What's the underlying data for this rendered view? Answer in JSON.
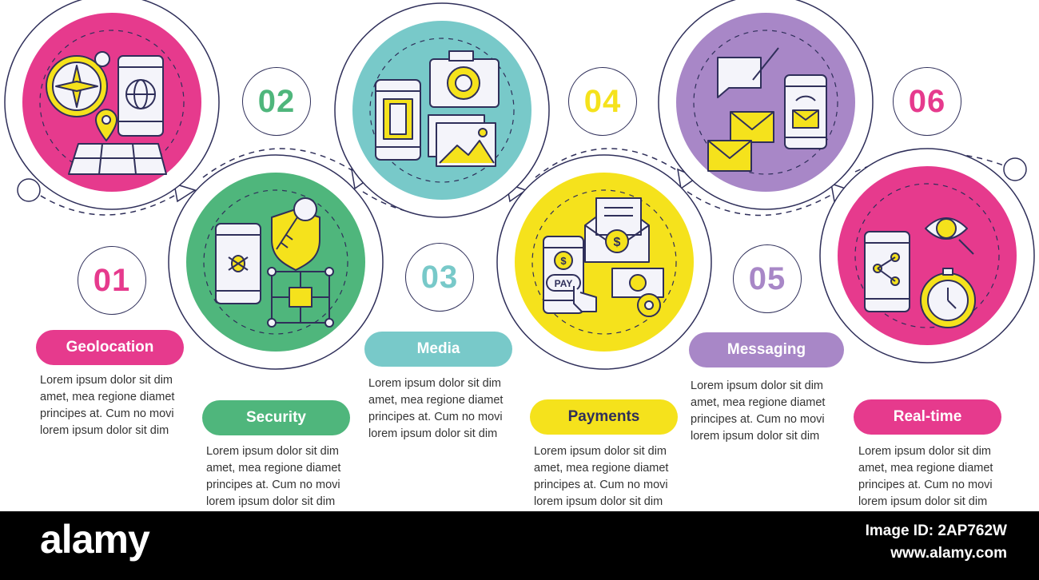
{
  "colors": {
    "magenta": "#e63a8d",
    "green": "#4fb67c",
    "teal": "#78c9c9",
    "yellow": "#f5e21c",
    "purple": "#a887c7",
    "outline": "#2f2f5a",
    "icon_fill": "#f4f4fa",
    "icon_accent": "#f5e21c"
  },
  "steps": [
    {
      "number": "01",
      "label": "Geolocation",
      "color": "#e63a8d",
      "icon": "geolocation-icon",
      "text": [
        "Lorem ipsum dolor sit dim",
        "amet, mea regione diamet",
        "principes at. Cum no movi",
        "lorem ipsum dolor sit dim"
      ]
    },
    {
      "number": "02",
      "label": "Security",
      "color": "#4fb67c",
      "icon": "security-icon",
      "text": [
        "Lorem ipsum dolor sit dim",
        "amet, mea regione diamet",
        "principes at. Cum no movi",
        "lorem ipsum dolor sit dim"
      ]
    },
    {
      "number": "03",
      "label": "Media",
      "color": "#78c9c9",
      "icon": "media-icon",
      "text": [
        "Lorem ipsum dolor sit dim",
        "amet, mea regione diamet",
        "principes at. Cum no movi",
        "lorem ipsum dolor sit dim"
      ]
    },
    {
      "number": "04",
      "label": "Payments",
      "color": "#f5e21c",
      "icon": "payments-icon",
      "text": [
        "Lorem ipsum dolor sit dim",
        "amet, mea regione diamet",
        "principes at. Cum no movi",
        "lorem ipsum dolor sit dim"
      ]
    },
    {
      "number": "05",
      "label": "Messaging",
      "color": "#a887c7",
      "icon": "messaging-icon",
      "text": [
        "Lorem ipsum dolor sit dim",
        "amet, mea regione diamet",
        "principes at. Cum no movi",
        "lorem ipsum dolor sit dim"
      ]
    },
    {
      "number": "06",
      "label": "Real-time",
      "color": "#e63a8d",
      "icon": "realtime-icon",
      "text": [
        "Lorem ipsum dolor sit dim",
        "amet, mea regione diamet",
        "principes at. Cum no movi",
        "lorem ipsum dolor sit dim"
      ]
    }
  ],
  "icons": {
    "pay_label": "PAY",
    "dollar_sign": "$"
  },
  "footer": {
    "brand": "alamy",
    "image_id": "Image ID: 2AP762W",
    "url": "www.alamy.com"
  }
}
